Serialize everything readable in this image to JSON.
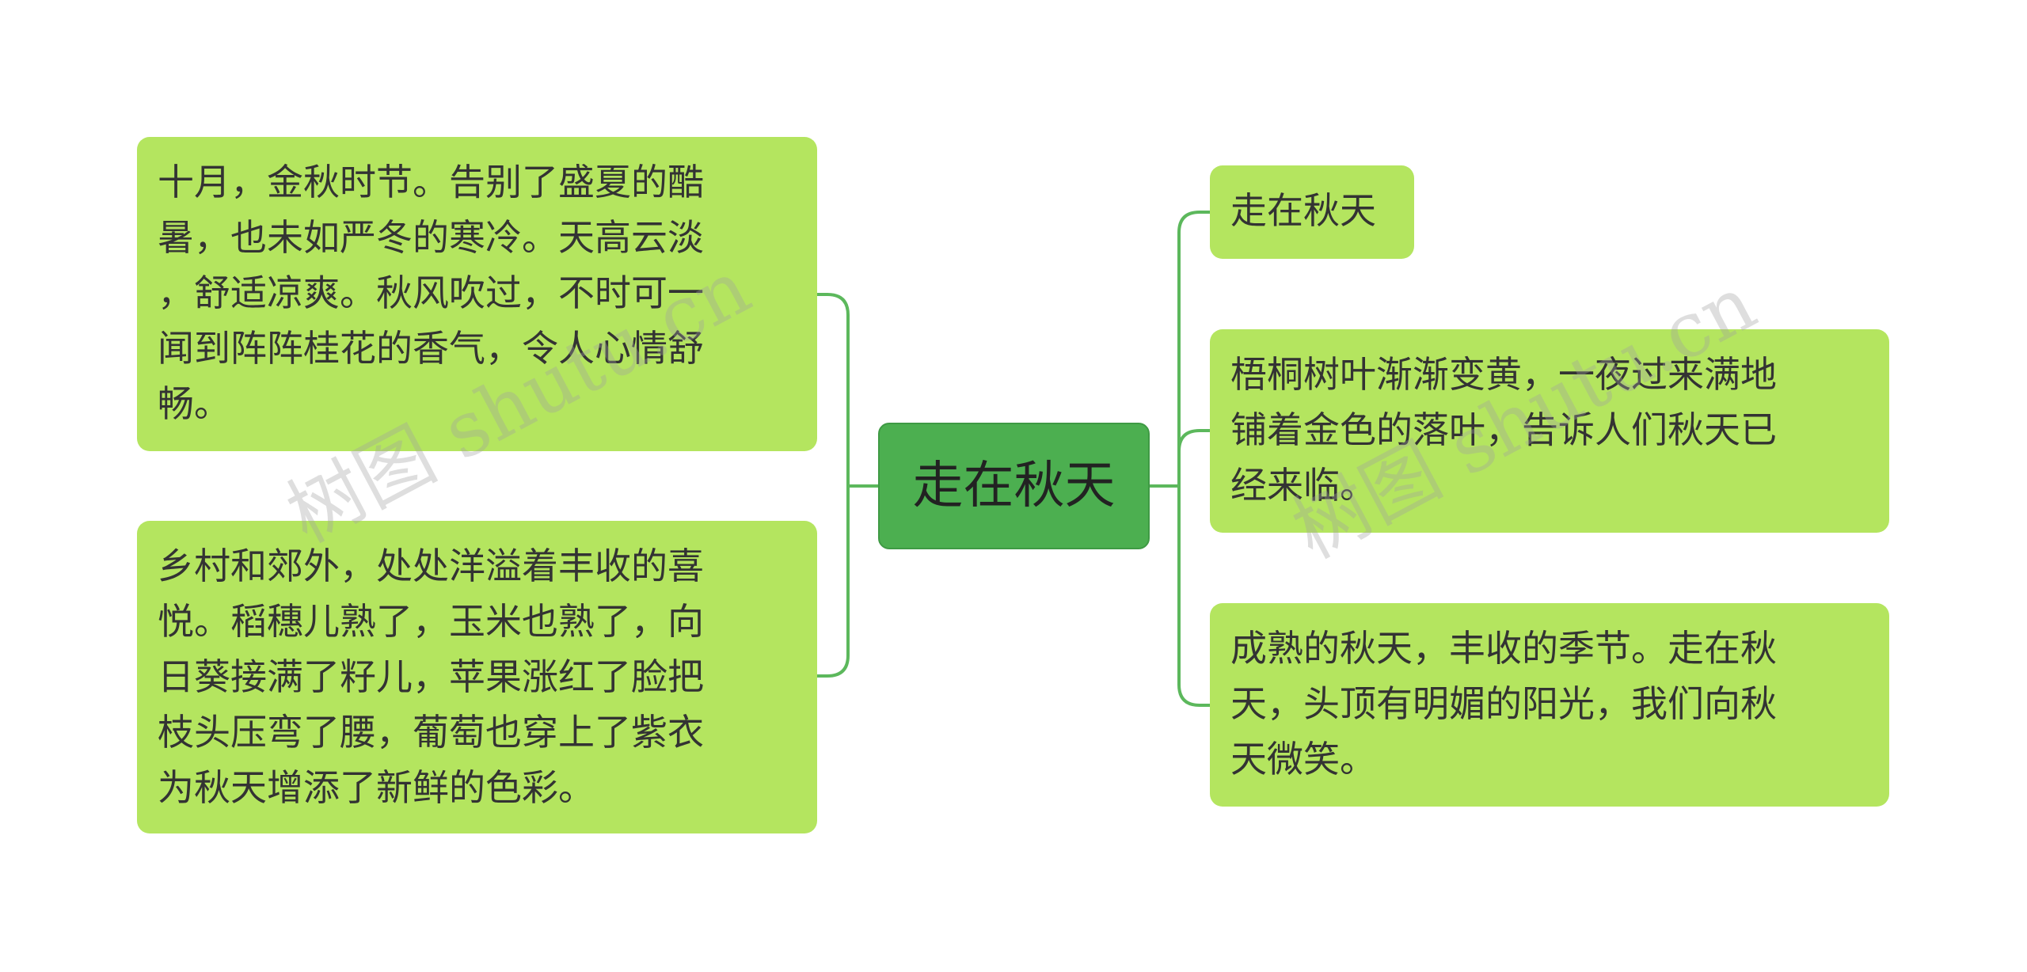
{
  "root": {
    "label": "走在秋天"
  },
  "left": [
    {
      "lines": [
        "十月，金秋时节。告别了盛夏的酷",
        "暑，也未如严冬的寒冷。天高云淡",
        "，舒适凉爽。秋风吹过，不时可一",
        "闻到阵阵桂花的香气，令人心情舒",
        "畅。"
      ]
    },
    {
      "lines": [
        "乡村和郊外，处处洋溢着丰收的喜",
        "悦。稻穗儿熟了，玉米也熟了，向",
        "日葵接满了籽儿，苹果涨红了脸把",
        "枝头压弯了腰，葡萄也穿上了紫衣",
        "为秋天增添了新鲜的色彩。"
      ]
    }
  ],
  "right": [
    {
      "lines": [
        "走在秋天"
      ]
    },
    {
      "lines": [
        "梧桐树叶渐渐变黄，一夜过来满地",
        "铺着金色的落叶，告诉人们秋天已",
        "经来临。"
      ]
    },
    {
      "lines": [
        "成熟的秋天，丰收的季节。走在秋",
        "天，头顶有明媚的阳光，我们向秋",
        "天微笑。"
      ]
    }
  ],
  "watermark": "树图 shutu.cn",
  "colors": {
    "node": "#b4e55f",
    "root": "#4caf50",
    "link": "#5cb85c"
  }
}
